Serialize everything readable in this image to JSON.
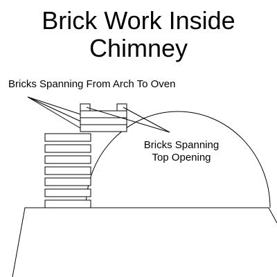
{
  "title": {
    "line1": "Brick Work Inside",
    "line2": "Chimney"
  },
  "labels": {
    "arch_to_oven": "Bricks Spanning From Arch To Oven",
    "top_opening_line1": "Bricks Spanning",
    "top_opening_line2": "Top Opening"
  },
  "colors": {
    "ink": "#000000",
    "background": "#ffffff"
  }
}
